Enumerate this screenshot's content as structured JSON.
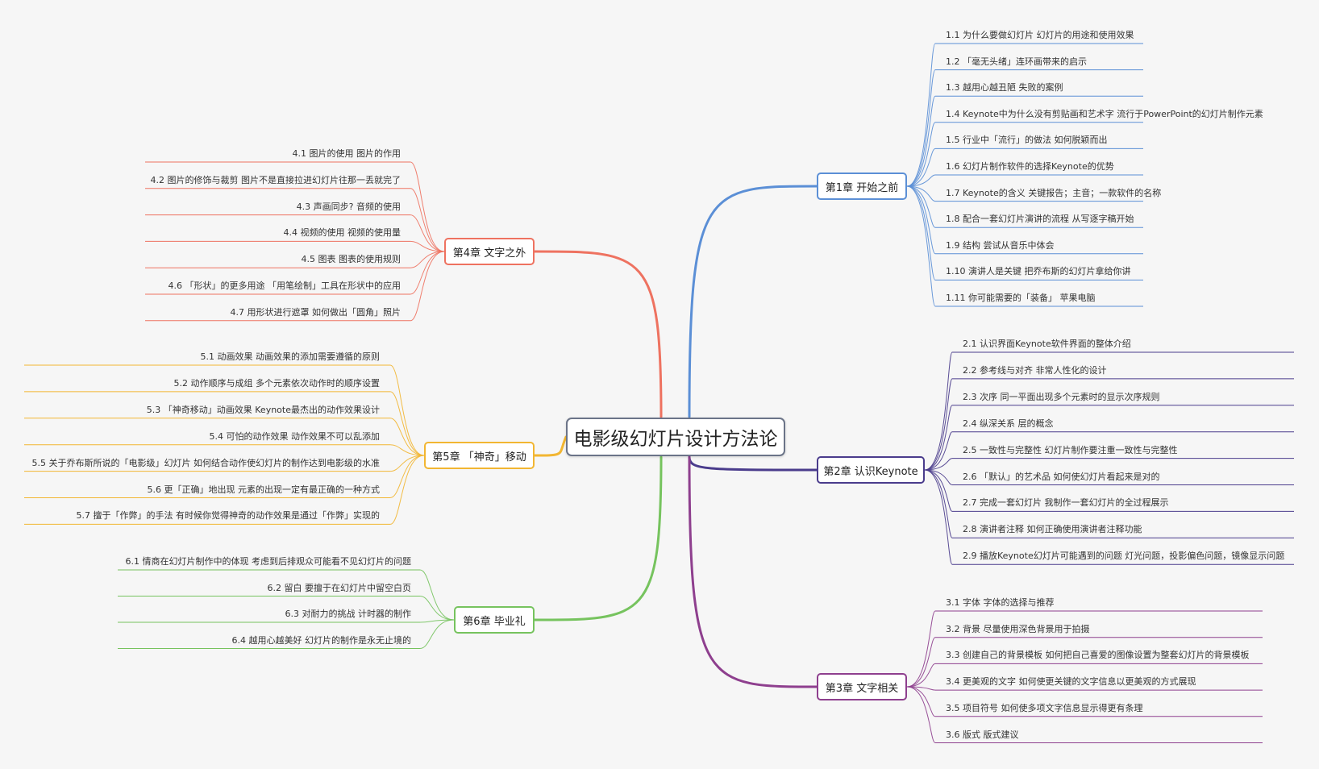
{
  "root": {
    "label": "电影级幻灯片设计方法论"
  },
  "branches": [
    {
      "id": "ch1",
      "side": "right",
      "color": "#5b8fd6",
      "label": "第1章 开始之前",
      "items": [
        "1.1 为什么要做幻灯片 幻灯片的用途和使用效果",
        "1.2 「毫无头绪」连环画带来的启示",
        "1.3 越用心越丑陋 失败的案例",
        "1.4 Keynote中为什么没有剪贴画和艺术字 流行于PowerPoint的幻灯片制作元素",
        "1.5 行业中「流行」的做法 如何脱颖而出",
        "1.6 幻灯片制作软件的选择Keynote的优势",
        "1.7 Keynote的含义 关键报告；主音；一款软件的名称",
        "1.8 配合一套幻灯片演讲的流程 从写逐字稿开始",
        "1.9 结构 尝试从音乐中体会",
        "1.10 演讲人是关键 把乔布斯的幻灯片拿给你讲",
        "1.11 你可能需要的「装备」 苹果电脑"
      ]
    },
    {
      "id": "ch2",
      "side": "right",
      "color": "#4a3c8c",
      "label": "第2章 认识Keynote",
      "items": [
        "2.1 认识界面Keynote软件界面的整体介绍",
        "2.2 参考线与对齐 非常人性化的设计",
        "2.3 次序 同一平面出现多个元素时的显示次序规则",
        "2.4 纵深关系 层的概念",
        "2.5 一致性与完整性 幻灯片制作要注重一致性与完整性",
        "2.6 「默认」的艺术品 如何使幻灯片看起来是对的",
        "2.7 完成一套幻灯片 我制作一套幻灯片的全过程展示",
        "2.8 演讲者注释 如何正确使用演讲者注释功能",
        "2.9 播放Keynote幻灯片可能遇到的问题 灯光问题，投影偏色问题，镜像显示问题"
      ]
    },
    {
      "id": "ch3",
      "side": "right",
      "color": "#8e3f8e",
      "label": "第3章 文字相关",
      "items": [
        "3.1 字体 字体的选择与推荐",
        "3.2 背景 尽量使用深色背景用于拍摄",
        "3.3 创建自己的背景模板 如何把自己喜爱的图像设置为整套幻灯片的背景模板",
        "3.4 更美观的文字 如何使更关键的文字信息以更美观的方式展现",
        "3.5 项目符号 如何使多项文字信息显示得更有条理",
        "3.6 版式 版式建议"
      ]
    },
    {
      "id": "ch4",
      "side": "left",
      "color": "#ee7260",
      "label": "第4章 文字之外",
      "items": [
        "4.1 图片的使用 图片的作用",
        "4.2 图片的修饰与裁剪 图片不是直接拉进幻灯片往那一丢就完了",
        "4.3 声画同步?  音频的使用",
        "4.4 视频的使用 视频的使用量",
        "4.5 图表 图表的使用规则",
        "4.6 「形状」的更多用途 「用笔绘制」工具在形状中的应用",
        "4.7 用形状进行遮罩 如何做出「圆角」照片"
      ]
    },
    {
      "id": "ch5",
      "side": "left",
      "color": "#f2b632",
      "label": "第5章 「神奇」移动",
      "items": [
        "5.1 动画效果 动画效果的添加需要遵循的原则",
        "5.2 动作顺序与成组 多个元素依次动作时的顺序设置",
        "5.3 「神奇移动」动画效果 Keynote最杰出的动作效果设计",
        "5.4 可怕的动作效果 动作效果不可以乱添加",
        "5.5 关于乔布斯所说的「电影级」幻灯片 如何结合动作使幻灯片的制作达到电影级的水准",
        "5.6 更「正确」地出现 元素的出现一定有最正确的一种方式",
        "5.7 擅于「作弊」的手法 有时候你觉得神奇的动作效果是通过「作弊」实现的"
      ]
    },
    {
      "id": "ch6",
      "side": "left",
      "color": "#76c35e",
      "label": "第6章 毕业礼",
      "items": [
        "6.1 情商在幻灯片制作中的体现 考虑到后排观众可能看不见幻灯片的问题",
        "6.2 留白 要擅于在幻灯片中留空白页",
        "6.3 对耐力的挑战 计时器的制作",
        "6.4 越用心越美好 幻灯片的制作是永无止境的"
      ]
    }
  ]
}
